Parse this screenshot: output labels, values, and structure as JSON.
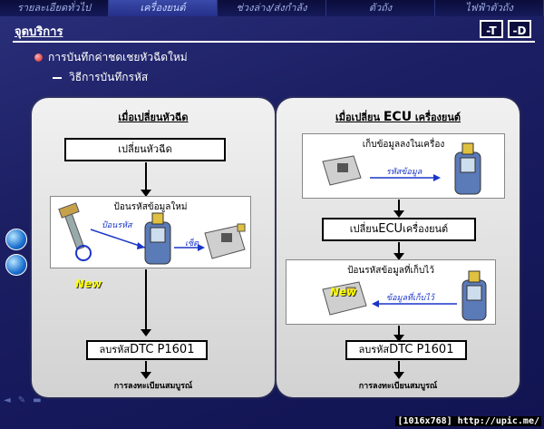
{
  "nav": {
    "items": [
      {
        "label": "รายละเอียดทั่วไป",
        "active": false
      },
      {
        "label": "เครื่องยนต์",
        "active": true
      },
      {
        "label": "ช่วงล่าง/ส่งกำลัง",
        "active": false
      },
      {
        "label": "ตัวถัง",
        "active": false
      },
      {
        "label": "ไฟฟ้าตัวถัง",
        "active": false
      }
    ]
  },
  "header": {
    "title": "จุดบริการ",
    "btn_t": "-T",
    "btn_d": "-D"
  },
  "content": {
    "bullet1": "การบันทึกค่าชดเชยหัวฉีดใหม่",
    "bullet2": "วิธีการบันทึกรหัส"
  },
  "left_panel": {
    "title": "เมื่อเปลี่ยนหัวฉีด",
    "step1": "เปลี่ยนหัวฉีด",
    "step2_caption": "ป้อนรหัสข้อมูลใหม่",
    "label_code": "ป้อนรหัส",
    "label_set": "เซ็ต",
    "new_badge": "New",
    "step3_prefix": "ลบรหัส",
    "step3_code": "DTC P1601",
    "done": "การลงทะเบียนสมบูรณ์"
  },
  "right_panel": {
    "title_pre": "เมื่อเปลี่ยน",
    "title_ecu": "ECU",
    "title_post": "เครื่องยนต์",
    "step1_caption": "เก็บข้อมูลลงในเครื่อง",
    "label_code_data": "รหัสข้อมูล",
    "step2_pre": "เปลี่ยน",
    "step2_ecu": "ECU",
    "step2_post": "เครื่องยนต์",
    "step3_caption": "ป้อนรหัสข้อมูลที่เก็บไว้",
    "label_saved": "ข้อมูลที่เก็บไว้",
    "new_badge": "New",
    "step4_prefix": "ลบรหัส",
    "step4_code": "DTC P1601",
    "done": "การลงทะเบียนสมบูรณ์"
  },
  "footer": {
    "tag": "[1016x768] http://upic.me/"
  },
  "colors": {
    "bg": "#1c1f63",
    "panel": "#e0e0e0",
    "accent_blue": "#1a35c8",
    "new": "#ffff00"
  }
}
